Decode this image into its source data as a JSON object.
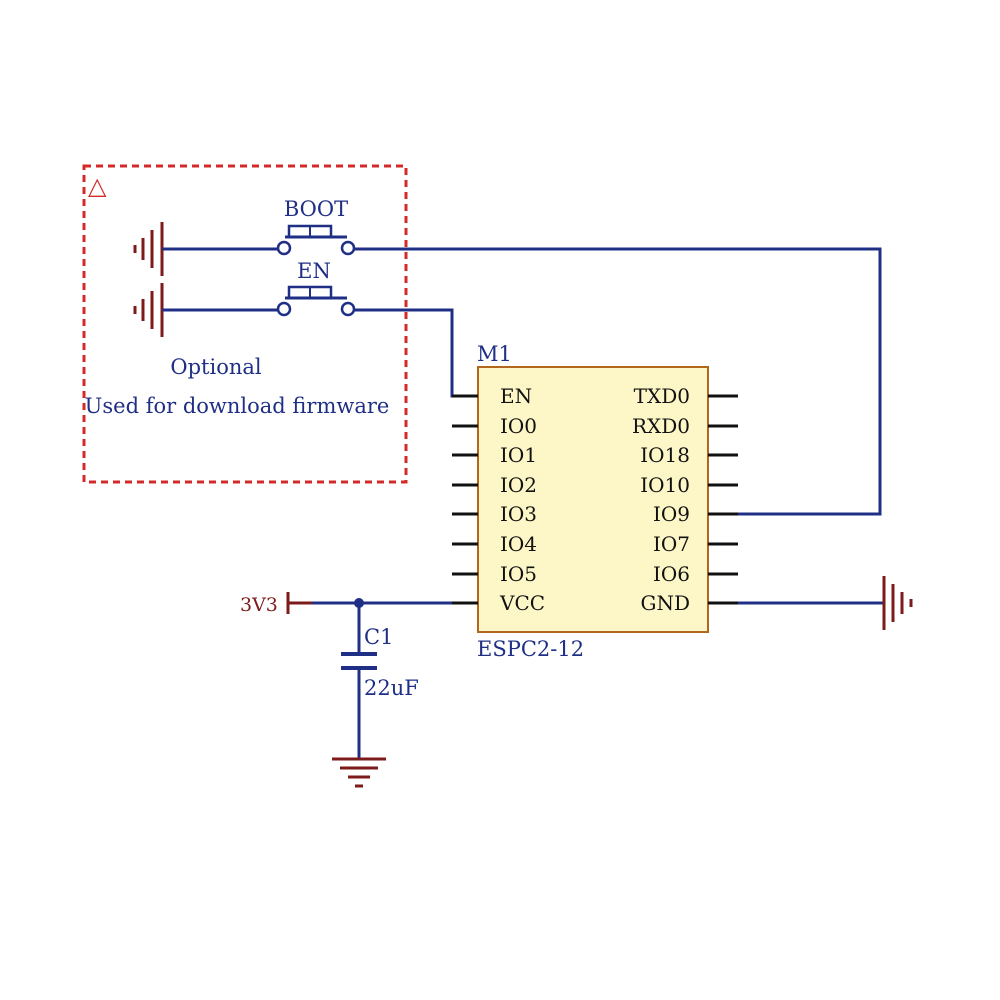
{
  "colors": {
    "wire": "#1f2f86",
    "power": "#7d1a1a",
    "dashed_border": "#d42a2a",
    "chip_fill": "#fdf7c8",
    "chip_border": "#b3671c"
  },
  "optional_block": {
    "marker": "△",
    "note_line1": "Optional",
    "note_line2": "Used for download firmware"
  },
  "buttons": [
    {
      "label": "BOOT"
    },
    {
      "label": "EN"
    }
  ],
  "module": {
    "designator": "M1",
    "part": "ESPC2-12",
    "left_pins": [
      "EN",
      "IO0",
      "IO1",
      "IO2",
      "IO3",
      "IO4",
      "IO5",
      "VCC"
    ],
    "right_pins": [
      "TXD0",
      "RXD0",
      "IO18",
      "IO10",
      "IO9",
      "IO7",
      "IO6",
      "GND"
    ]
  },
  "power": {
    "label": "3V3"
  },
  "capacitor": {
    "designator": "C1",
    "value": "22uF"
  },
  "icons": [
    "ground-icon",
    "push-button-icon",
    "junction-dot-icon",
    "power-port-icon",
    "capacitor-icon"
  ]
}
